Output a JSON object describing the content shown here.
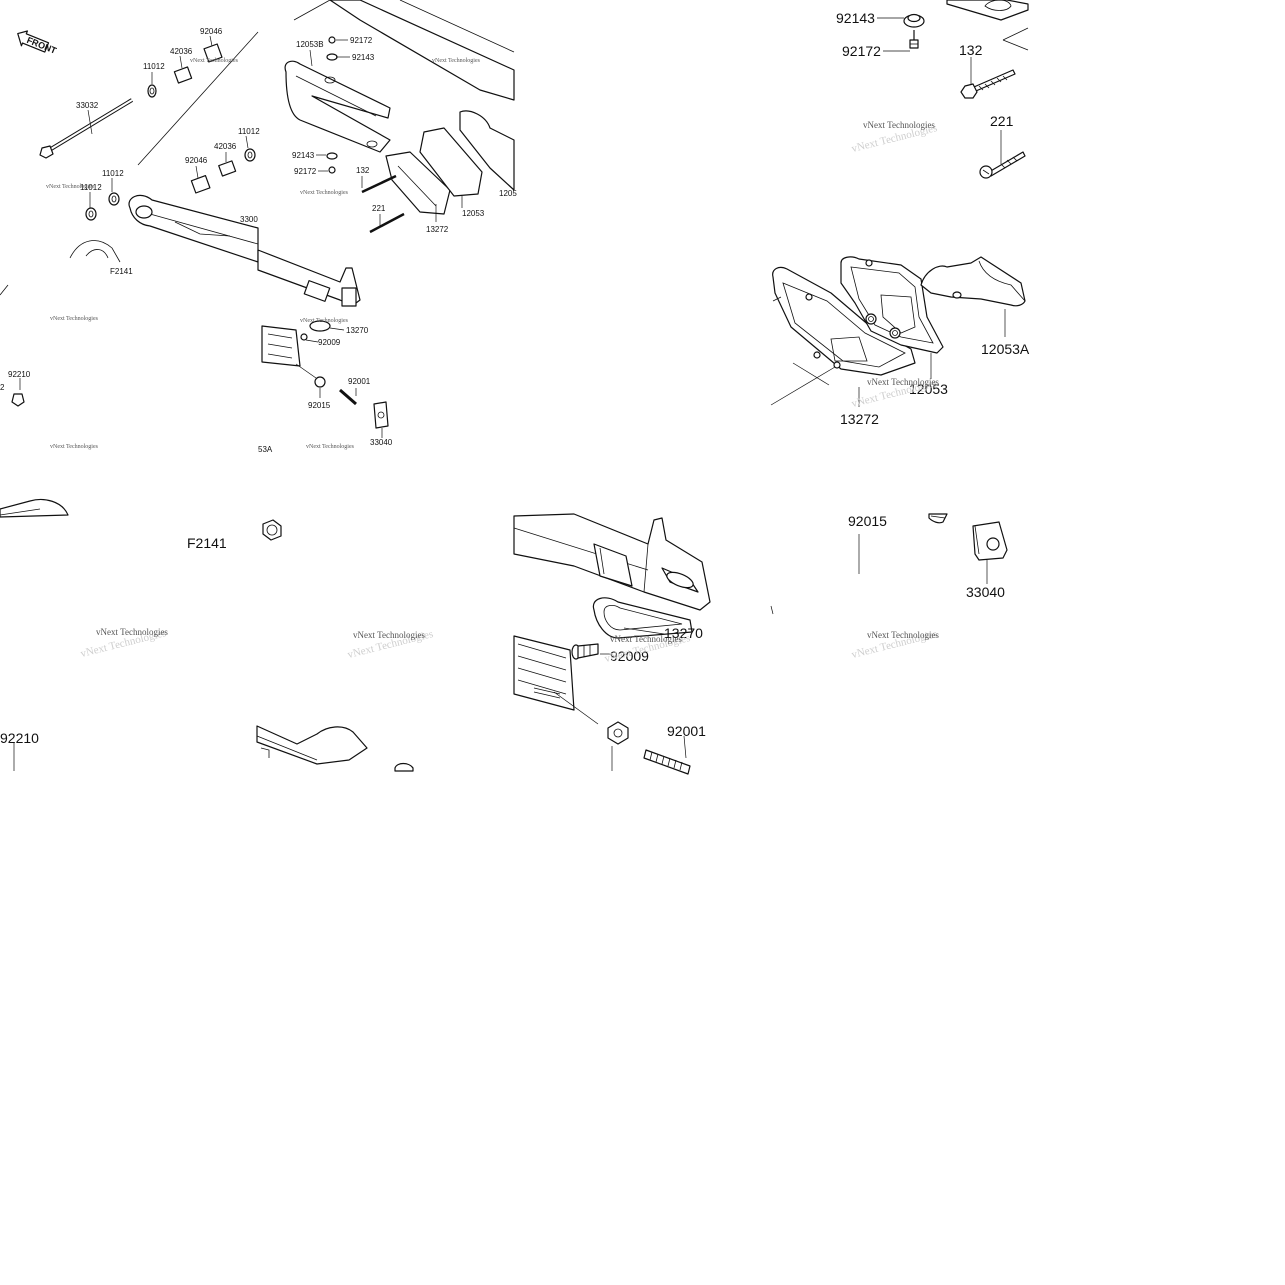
{
  "overview": {
    "front_label": "FRONT",
    "watermark": "vNext Technologies",
    "labels": {
      "p92046a": "92046",
      "p42036a": "42036",
      "p11012a": "11012",
      "p33032": "33032",
      "p42036b": "42036",
      "p11012b": "11012",
      "p92046b": "92046",
      "p11012c": "11012",
      "p3300": "3300",
      "pF2141": "F2141",
      "p12053B": "12053B",
      "p92172a": "92172",
      "p92143a": "92143",
      "p92143b": "92143",
      "p92172b": "92172",
      "p132": "132",
      "p221": "221",
      "p13272": "13272",
      "p12053": "12053",
      "p1205": "1205",
      "p13270": "13270",
      "p92009": "92009",
      "p92015": "92015",
      "p92001": "92001",
      "p33040": "33040",
      "p92210": "92210",
      "p2": "2",
      "p53A": "53A"
    }
  },
  "zoom_fasteners": {
    "labels": {
      "p92143": "92143",
      "p92172": "92172",
      "p132": "132",
      "p221": "221"
    },
    "watermark": "vNext Technologies"
  },
  "zoom_plates": {
    "labels": {
      "p12053A": "12053A",
      "p12053": "12053",
      "p13272": "13272"
    },
    "watermark": "vNext Technologies"
  },
  "zoom_f2141": {
    "labels": {
      "pF2141": "F2141",
      "p92210": "92210"
    },
    "watermark": "vNext Technologies"
  },
  "zoom_nut": {
    "watermark": "vNext Technologies"
  },
  "zoom_slider": {
    "labels": {
      "p13270": "13270",
      "p92009": "92009",
      "p92001": "92001"
    },
    "watermark": "vNext Technologies"
  },
  "zoom_33040": {
    "labels": {
      "p92015": "92015",
      "p33040": "33040"
    },
    "watermark": "vNext Technologies"
  }
}
